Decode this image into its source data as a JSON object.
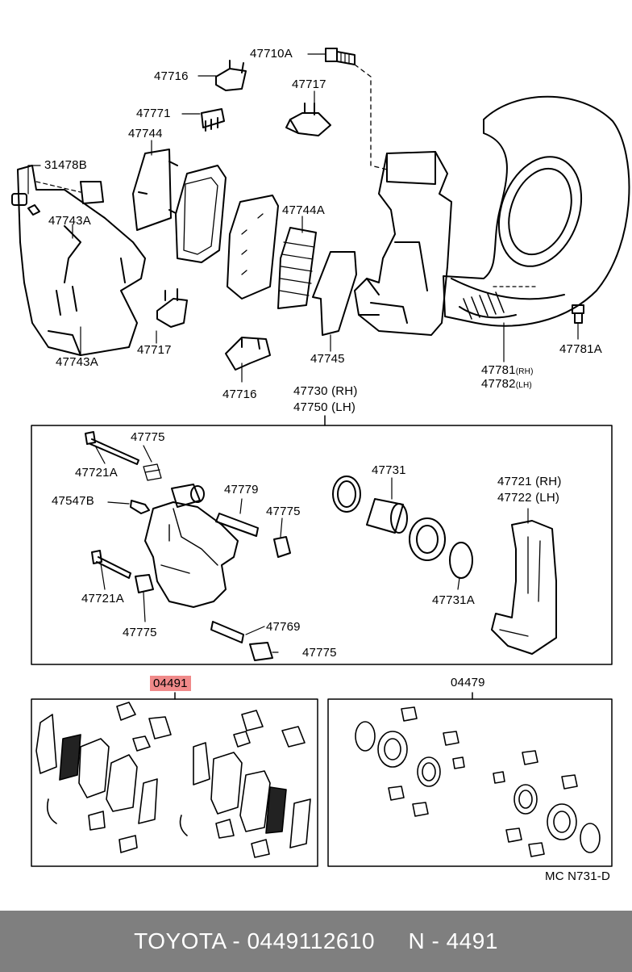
{
  "colors": {
    "highlight": "#f08a8a",
    "footer_bg": "#7f7f7f",
    "footer_text": "#ffffff",
    "line": "#000000"
  },
  "labels": {
    "p47710A": "47710A",
    "p47716_top": "47716",
    "p47717_top": "47717",
    "p47771": "47771",
    "p47744": "47744",
    "p31478B": "31478B",
    "p47743A_top": "47743A",
    "p47744A": "47744A",
    "p47717_mid": "47717",
    "p47743A_bot": "47743A",
    "p47745": "47745",
    "p47716_bot": "47716",
    "p47781A": "47781A",
    "p47781": "47781",
    "p47781_suffix": "(RH)",
    "p47782": "47782",
    "p47782_suffix": "(LH)",
    "p47730": "47730 (RH)",
    "p47750": "47750 (LH)",
    "p47775_a": "47775",
    "p47721A_a": "47721A",
    "p47547B": "47547B",
    "p47779": "47779",
    "p47775_b": "47775",
    "p47721A_b": "47721A",
    "p47775_c": "47775",
    "p47769": "47769",
    "p47775_d": "47775",
    "p47731": "47731",
    "p47731A": "47731A",
    "p47721": "47721 (RH)",
    "p47722": "47722 (LH)",
    "kit_04491": "04491",
    "kit_04479": "04479",
    "diagram_code": "MC N731-D"
  },
  "footer": {
    "text": "TOYOTA - 0449112610     N - 4491"
  }
}
